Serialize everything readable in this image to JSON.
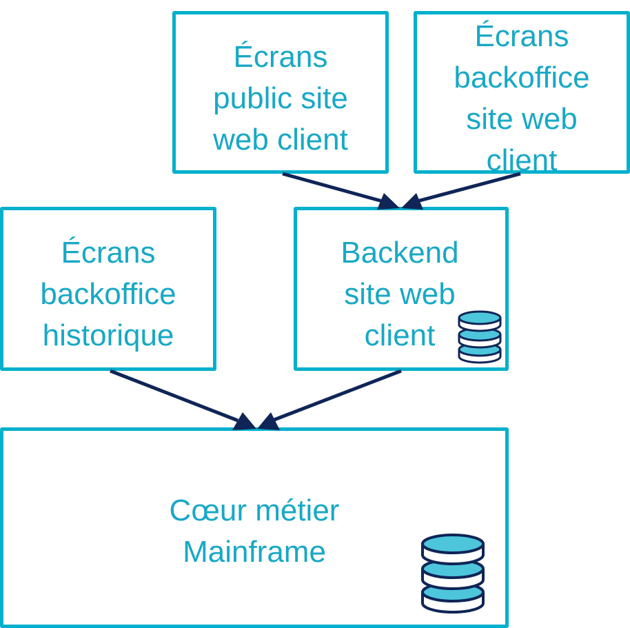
{
  "diagram": {
    "colors": {
      "box_border": "#00b0cc",
      "text": "#18a8c6",
      "arrow": "#0f2557",
      "db_fill": "#4dc6dc",
      "db_stroke": "#0f2557"
    },
    "nodes": {
      "public_screens": {
        "lines": [
          "Écrans",
          "public site",
          "web client"
        ]
      },
      "backoffice_screens": {
        "lines": [
          "Écrans",
          "backoffice",
          "site web",
          "client"
        ]
      },
      "historical_backoffice": {
        "lines": [
          "Écrans",
          "backoffice",
          "historique"
        ]
      },
      "backend": {
        "lines": [
          "Backend",
          "site web",
          "client"
        ],
        "icon": "database-icon"
      },
      "core": {
        "lines": [
          "Cœur métier",
          "Mainframe"
        ],
        "icon": "database-icon"
      }
    },
    "edges": [
      {
        "from": "public_screens",
        "to": "backend"
      },
      {
        "from": "backoffice_screens",
        "to": "backend"
      },
      {
        "from": "historical_backoffice",
        "to": "core"
      },
      {
        "from": "backend",
        "to": "core"
      }
    ]
  }
}
